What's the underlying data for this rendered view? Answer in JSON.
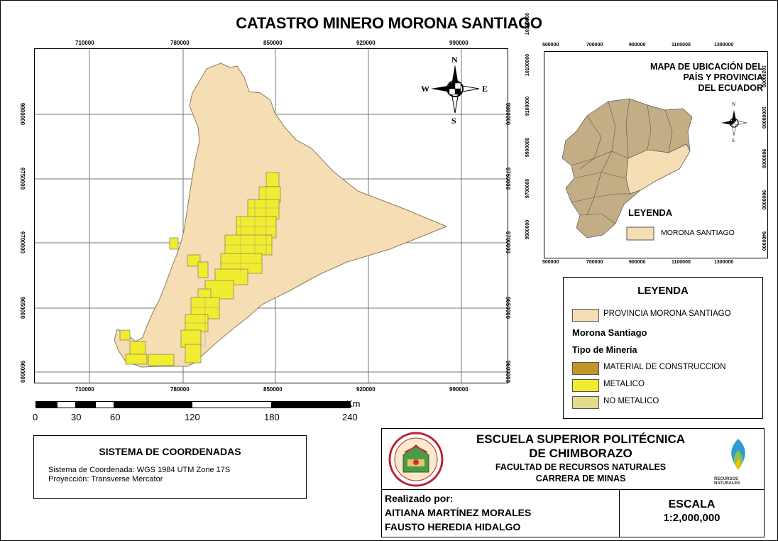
{
  "title": "CATASTRO MINERO MORONA SANTIAGO",
  "main_map": {
    "x_ticks": [
      "710000",
      "780000",
      "850000",
      "920000",
      "990000"
    ],
    "y_ticks_left": [
      "9600000",
      "9650000",
      "9700000",
      "9750000",
      "9800000"
    ],
    "y_ticks_right": [
      "9600000",
      "9650000",
      "9700000",
      "9750000",
      "9800000"
    ]
  },
  "north_arrow": {
    "n": "N",
    "s": "S",
    "e": "E",
    "w": "W"
  },
  "inset_map": {
    "title_lines": [
      "MAPA DE UBICACIÓN DEL",
      "PAÍS Y PROVINCIA",
      "DEL ECUADOR"
    ],
    "x_ticks": [
      "500000",
      "700000",
      "900000",
      "1100000",
      "1300000"
    ],
    "y_ticks_left": [
      "9500000",
      "9700000",
      "9900000",
      "9100000",
      "10100000",
      "10300000"
    ],
    "y_ticks_right": [
      "9400000",
      "9600000",
      "9800000",
      "10000000",
      "10200000"
    ],
    "legend_title": "LEYENDA",
    "legend_item": "MORONA SANTIAGO"
  },
  "legend": {
    "title": "LEYENDA",
    "province": "PROVINCIA MORONA SANTIAGO",
    "group": "Morona Santiago",
    "subgroup": "Tipo de Minería",
    "items": [
      {
        "label": "MATERIAL DE CONSTRUCCION",
        "color": "#c0962a"
      },
      {
        "label": "METALICO",
        "color": "#f2ec30"
      },
      {
        "label": "NO METALICO",
        "color": "#e2dc8c"
      }
    ]
  },
  "scale_bar": {
    "labels": [
      "0",
      "30",
      "60",
      "120",
      "180",
      "240"
    ],
    "unit": "Km"
  },
  "coord_system": {
    "title": "SISTEMA DE COORDENADAS",
    "line1": "Sistema de Coordenada: WGS 1984 UTM Zone 17S",
    "line2": "Proyección: Transverse Mercator"
  },
  "institution": {
    "line1": "ESCUELA SUPERIOR POLITÉCNICA",
    "line2": "DE CHIMBORAZO",
    "line3": "FACULTAD DE RECURSOS NATURALES",
    "line4": "CARRERA DE MINAS",
    "logo_right_text": "RECURSOS NATURALES"
  },
  "authors": {
    "label": "Realizado por:",
    "names": [
      "AITIANA MARTÍNEZ MORALES",
      "FAUSTO HEREDIA HIDALGO"
    ]
  },
  "scale": {
    "label": "ESCALA",
    "value": "1:2,000,000"
  },
  "colors": {
    "province": "#f5deb3",
    "country": "#c2ad84",
    "metalico": "#f2ec30"
  }
}
